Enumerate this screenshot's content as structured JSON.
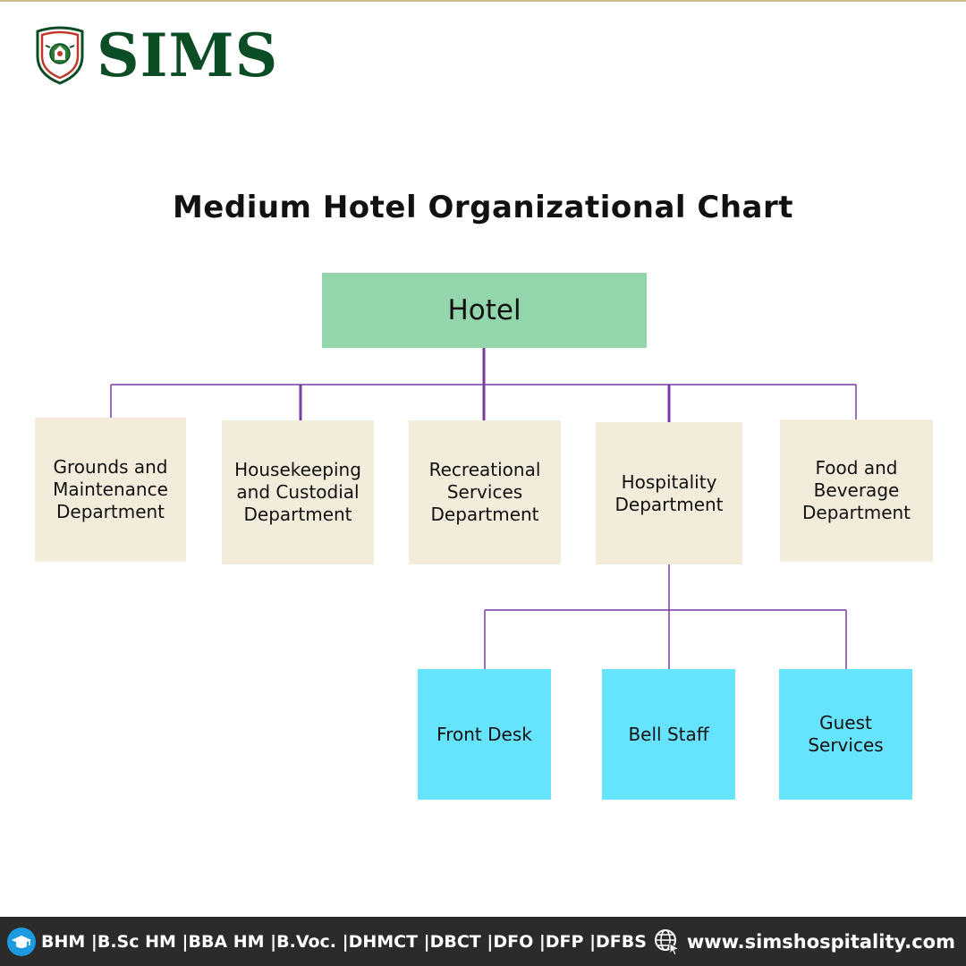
{
  "header": {
    "brand": "SIMS",
    "brand_color": "#0b4d25",
    "logo_icon": "sims-crest-icon"
  },
  "chart": {
    "title": "Medium Hotel Organizational Chart",
    "root": {
      "label": "Hotel",
      "color": "#93d6ab"
    },
    "departments": [
      {
        "label": "Grounds and Maintenance Department"
      },
      {
        "label": "Housekeeping and Custodial Department"
      },
      {
        "label": "Recreational Services Department"
      },
      {
        "label": "Hospitality Department"
      },
      {
        "label": "Food and Beverage Department"
      }
    ],
    "department_color": "#f3ecdb",
    "sub_units": [
      {
        "label": "Front Desk"
      },
      {
        "label": "Bell Staff"
      },
      {
        "label": "Guest Services"
      }
    ],
    "sub_unit_color": "#66e3fd",
    "connector_color": "#7c3aa6"
  },
  "footer": {
    "background": "#2b2b2b",
    "courses": "BHM |B.Sc HM |BBA HM |B.Voc. |DHMCT |DBCT |DFO |DFP |DFBS",
    "courses_icon": "graduation-cap-icon",
    "website": "www.simshospitality.com",
    "website_icon": "globe-cursor-icon"
  }
}
